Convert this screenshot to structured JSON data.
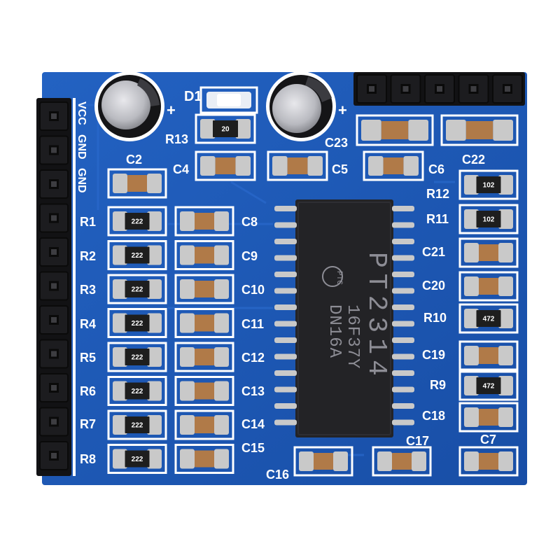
{
  "board": {
    "pcb_color": "#1d58b6",
    "silk_color": "#ffffff",
    "pad_color": "#c9c9c9",
    "pin_color": "#1a1a1a",
    "cap_body_color": "#b07a48",
    "chip_color": "#232326"
  },
  "header_left": {
    "label_vcc": "VCC",
    "label_gnd1": "GND",
    "label_gnd2": "GND",
    "pin_count": 11
  },
  "header_top": {
    "pin_count": 5
  },
  "chip": {
    "logo": "PTC",
    "line1": "PT2314",
    "line2": "16F37Y",
    "line3": "DN16A",
    "pins_per_side": 14
  },
  "labels": {
    "D1": "D1",
    "R13": "R13",
    "C23": "C23",
    "C2": "C2",
    "C4": "C4",
    "C5": "C5",
    "C6": "C6",
    "C22": "C22",
    "R12": "R12",
    "R11": "R11",
    "C21": "C21",
    "C20": "C20",
    "R10": "R10",
    "C19": "C19",
    "R9": "R9",
    "C18": "C18",
    "C7": "C7",
    "C17": "C17",
    "C16": "C16",
    "C15": "C15",
    "C14": "C14",
    "C13": "C13",
    "C12": "C12",
    "C11": "C11",
    "C10": "C10",
    "C9": "C9",
    "C8": "C8",
    "R1": "R1",
    "R2": "R2",
    "R3": "R3",
    "R4": "R4",
    "R5": "R5",
    "R6": "R6",
    "R7": "R7",
    "R8": "R8",
    "plus1": "+",
    "plus2": "+"
  },
  "resistor_codes": {
    "r222": "222",
    "r102": "102",
    "r472": "472",
    "r20": "20"
  }
}
